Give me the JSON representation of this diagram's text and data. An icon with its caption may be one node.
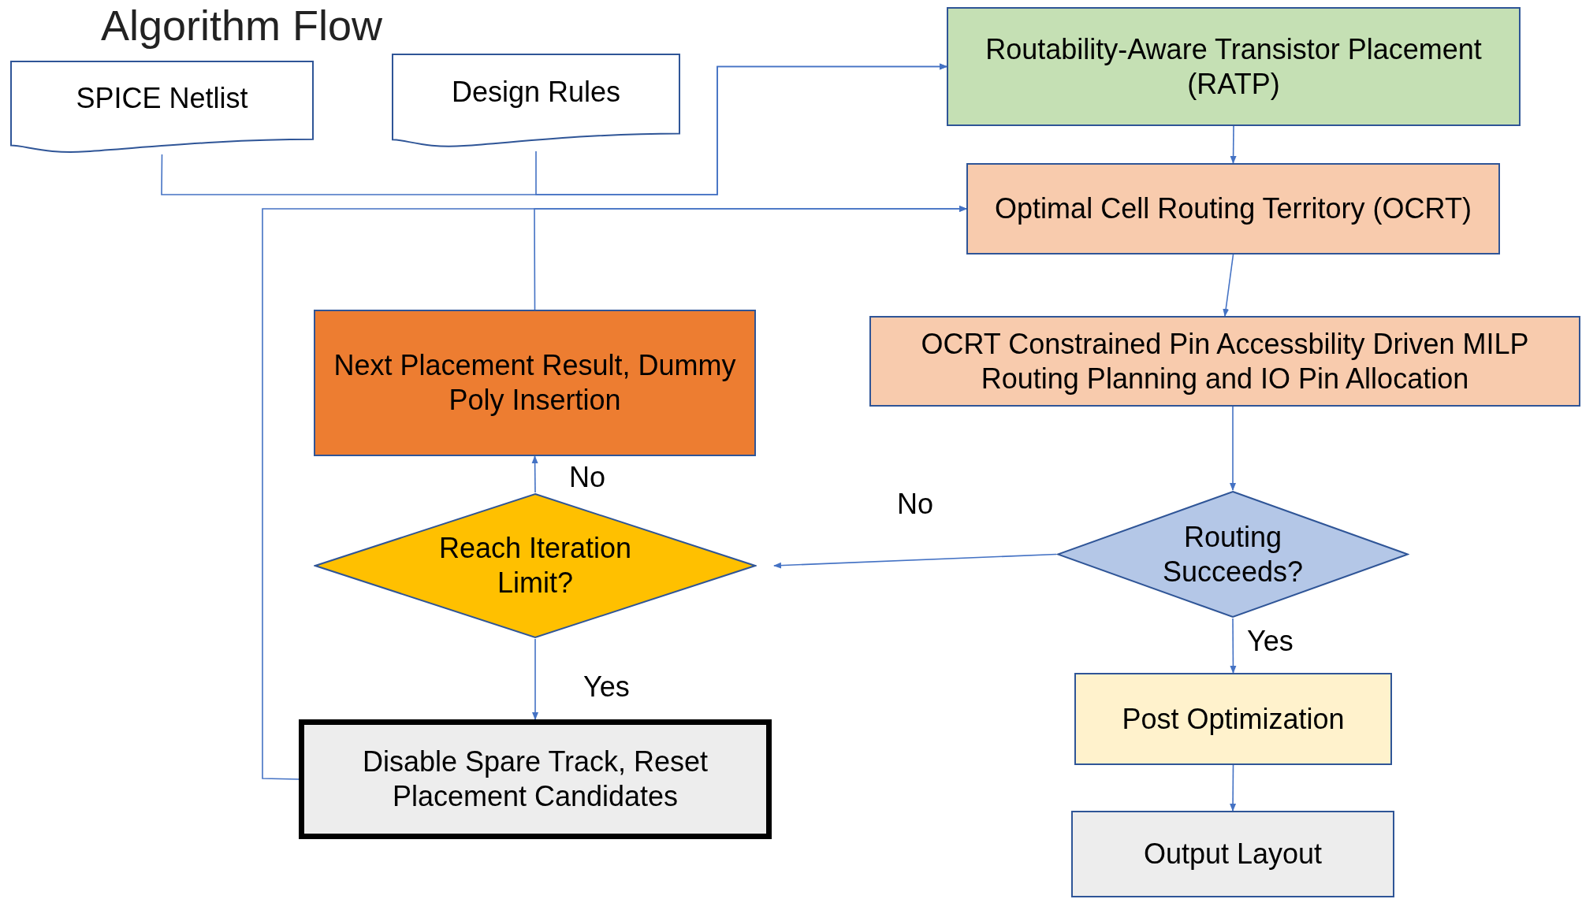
{
  "diagram": {
    "title": "Algorithm Flow",
    "nodes": [
      {
        "text": [
          "SPICE Netlist"
        ]
      },
      {
        "text": [
          "Design Rules"
        ]
      },
      {
        "text": [
          "Routability-Aware Transistor Placement (RATP)"
        ]
      },
      {
        "text": [
          "Optimal Cell Routing Territory (OCRT)"
        ]
      },
      {
        "text": [
          "OCRT Constrained Pin Accessbility Driven MILP Routing Planning and IO Pin Allocation"
        ]
      },
      {
        "text": [
          "Next Placement Result, Dummy Poly Insertion"
        ]
      },
      {
        "text": [
          "Reach Iteration Limit?"
        ]
      },
      {
        "text": [
          "Routing Succeeds?"
        ]
      },
      {
        "text": [
          "Disable Spare Track, Reset Placement Candidates"
        ]
      },
      {
        "text": [
          "Post Optimization"
        ]
      },
      {
        "text": [
          "Output Layout"
        ]
      }
    ],
    "edges": [
      {
        "from": 0,
        "to": 2,
        "arrow": "to"
      },
      {
        "from": 1,
        "to": 2,
        "arrow": "to"
      },
      {
        "from": 2,
        "to": 3,
        "arrow": "to"
      },
      {
        "from": 3,
        "to": 4,
        "arrow": "to"
      },
      {
        "from": 4,
        "to": 7,
        "arrow": "to"
      },
      {
        "from": 7,
        "to": 6,
        "arrow": "to",
        "label": "No"
      },
      {
        "from": 7,
        "to": 9,
        "arrow": "to",
        "label": "Yes"
      },
      {
        "from": 9,
        "to": 10,
        "arrow": "to"
      },
      {
        "from": 6,
        "to": 5,
        "arrow": "to",
        "label": "No"
      },
      {
        "from": 6,
        "to": 8,
        "arrow": "to",
        "label": "Yes"
      },
      {
        "from": 5,
        "to": 3,
        "arrow": "to"
      },
      {
        "from": 8,
        "to": 3,
        "arrow": "to"
      }
    ]
  }
}
